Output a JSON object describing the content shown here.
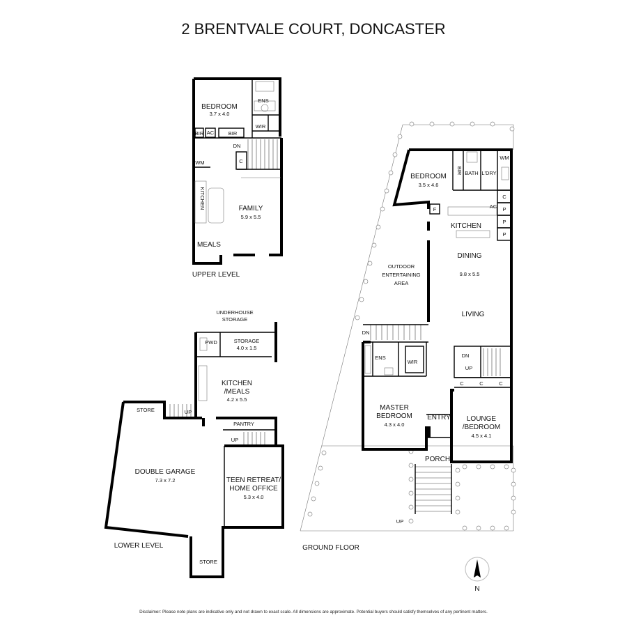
{
  "title": "2 BRENTVALE COURT, DONCASTER",
  "levels": {
    "upper": "UPPER LEVEL",
    "lower": "LOWER LEVEL",
    "ground": "GROUND FLOOR"
  },
  "upper": {
    "bedroom": "BEDROOM",
    "bedroom_dim": "3.7 x 4.0",
    "ens": "ENS",
    "wir": "WIR",
    "bir1": "BIR",
    "bir2": "BIR",
    "ac": "AC",
    "dn": "DN",
    "c": "C",
    "wm": "WM",
    "kitchen": "KITCHEN",
    "family": "FAMILY",
    "family_dim": "5.9 x 5.5",
    "meals": "MEALS"
  },
  "lower": {
    "underhouse1": "UNDERHOUSE",
    "underhouse2": "STORAGE",
    "pwd": "PWD",
    "storage": "STORAGE",
    "storage_dim": "4.0 x 1.5",
    "kitchen1": "KITCHEN",
    "kitchen2": "/MEALS",
    "kitchen_dim": "4.2 x 5.5",
    "store1": "STORE",
    "up1": "UP",
    "pantry": "PANTRY",
    "up2": "UP",
    "garage": "DOUBLE GARAGE",
    "garage_dim": "7.3 x 7.2",
    "teen1": "TEEN RETREAT/",
    "teen2": "HOME OFFICE",
    "teen_dim": "5.3 x 4.0",
    "store2": "STORE"
  },
  "ground": {
    "bedroom": "BEDROOM",
    "bedroom_dim": "3.5 x 4.6",
    "bir": "BIR",
    "bath": "BATH",
    "ldry": "L'DRY",
    "wm": "WM",
    "c1": "C",
    "p1": "P",
    "p2": "P",
    "p3": "P",
    "f": "F",
    "ac": "AC",
    "kitchen": "KITCHEN",
    "dining": "DINING",
    "dining_dim": "9.8 x 5.5",
    "outdoor1": "OUTDOOR",
    "outdoor2": "ENTERTAINING",
    "outdoor3": "AREA",
    "living": "LIVING",
    "dn1": "DN",
    "dn2": "DN",
    "up1": "UP",
    "ens": "ENS",
    "wir": "WIR",
    "cc1": "C",
    "cc2": "C",
    "cc3": "C",
    "master1": "MASTER",
    "master2": "BEDROOM",
    "master_dim": "4.3 x 4.0",
    "entry": "ENTRY",
    "lounge1": "LOUNGE",
    "lounge2": "/BEDROOM",
    "lounge_dim": "4.5 x 4.1",
    "porch": "PORCH",
    "up2": "UP"
  },
  "compass": {
    "n": "N"
  },
  "disclaimer": "Disclaimer: Please note plans are indicative only and not drawn to exact scale. All dimensions are approximate. Potential buyers should satisfy themselves of any pertinent matters."
}
